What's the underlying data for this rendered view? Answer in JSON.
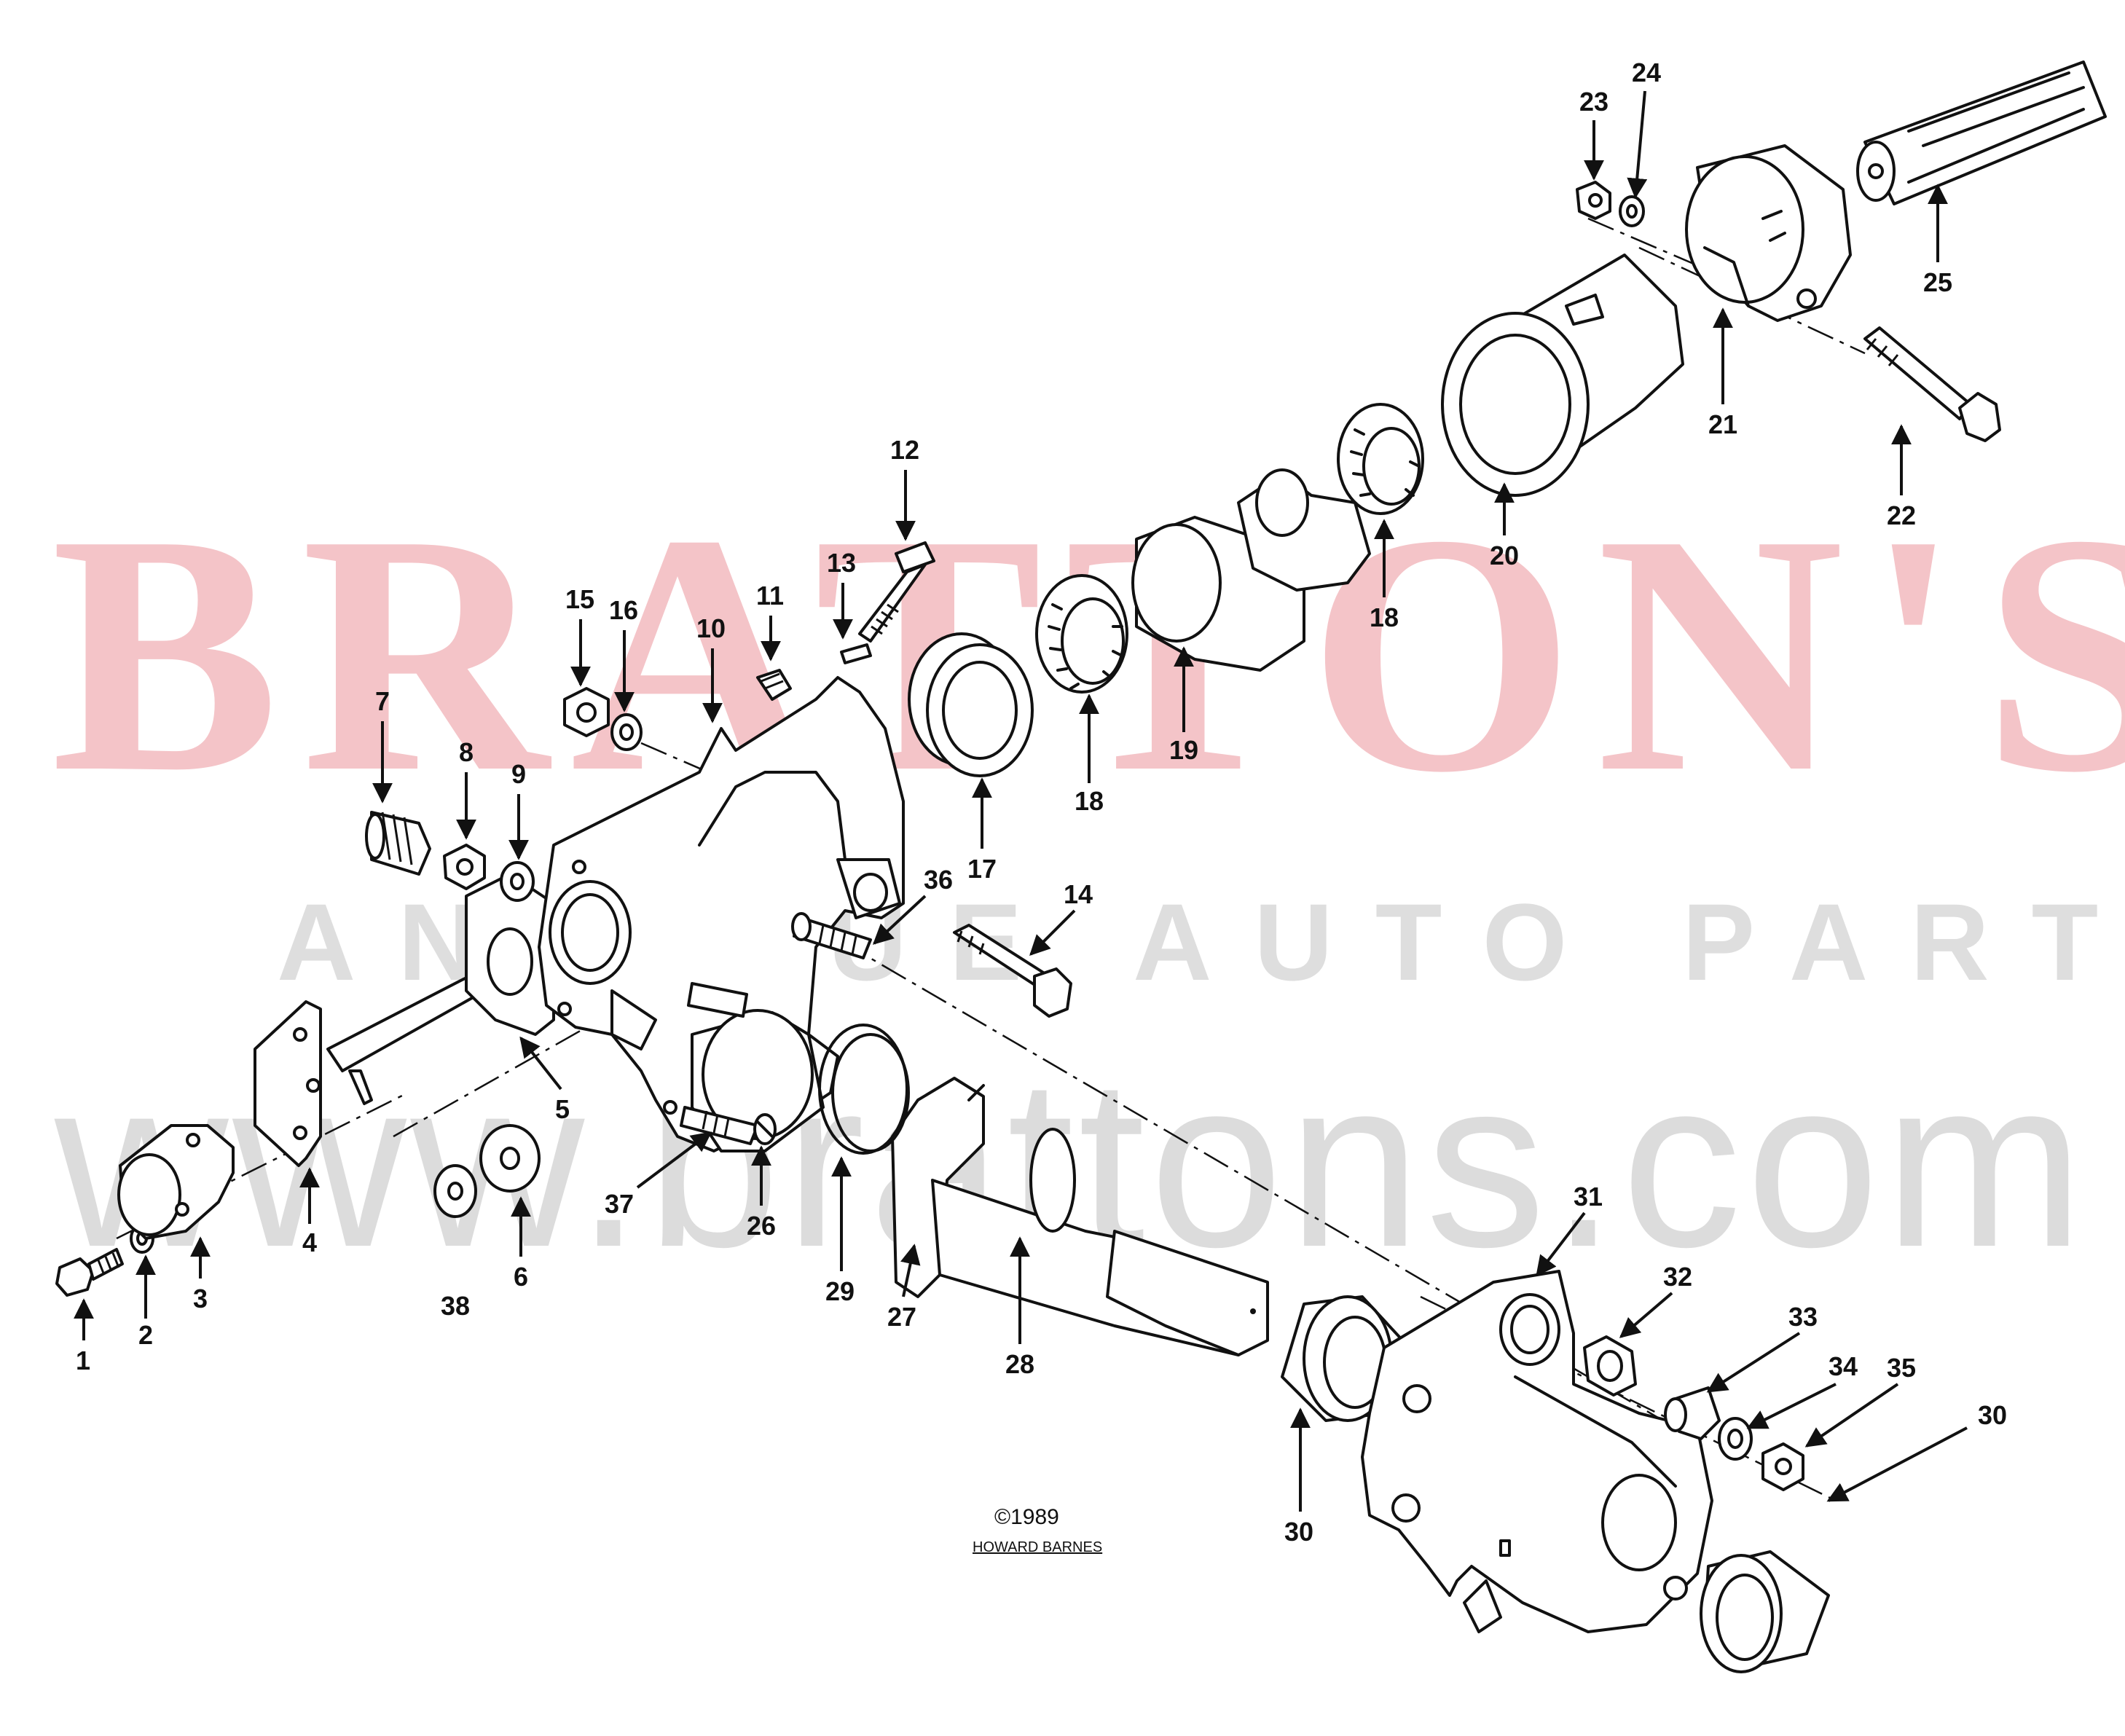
{
  "watermark": {
    "brand": "BRATTON'S",
    "tagline": "ANTIQUE AUTO PARTS",
    "url": "www.brattons.com"
  },
  "credit": {
    "copyright": "©1989",
    "author": "HOWARD BARNES"
  },
  "callouts": [
    {
      "id": "1",
      "label": "1"
    },
    {
      "id": "2",
      "label": "2"
    },
    {
      "id": "3",
      "label": "3"
    },
    {
      "id": "4",
      "label": "4"
    },
    {
      "id": "5",
      "label": "5"
    },
    {
      "id": "6",
      "label": "6"
    },
    {
      "id": "7",
      "label": "7"
    },
    {
      "id": "8",
      "label": "8"
    },
    {
      "id": "9",
      "label": "9"
    },
    {
      "id": "10",
      "label": "10"
    },
    {
      "id": "11",
      "label": "11"
    },
    {
      "id": "12",
      "label": "12"
    },
    {
      "id": "13",
      "label": "13"
    },
    {
      "id": "14",
      "label": "14"
    },
    {
      "id": "15",
      "label": "15"
    },
    {
      "id": "16",
      "label": "16"
    },
    {
      "id": "17",
      "label": "17"
    },
    {
      "id": "18a",
      "label": "18"
    },
    {
      "id": "18b",
      "label": "18"
    },
    {
      "id": "19",
      "label": "19"
    },
    {
      "id": "20",
      "label": "20"
    },
    {
      "id": "21",
      "label": "21"
    },
    {
      "id": "22",
      "label": "22"
    },
    {
      "id": "23",
      "label": "23"
    },
    {
      "id": "24",
      "label": "24"
    },
    {
      "id": "25",
      "label": "25"
    },
    {
      "id": "26",
      "label": "26"
    },
    {
      "id": "27",
      "label": "27"
    },
    {
      "id": "28",
      "label": "28"
    },
    {
      "id": "29",
      "label": "29"
    },
    {
      "id": "30a",
      "label": "30"
    },
    {
      "id": "30b",
      "label": "30"
    },
    {
      "id": "31",
      "label": "31"
    },
    {
      "id": "32",
      "label": "32"
    },
    {
      "id": "33",
      "label": "33"
    },
    {
      "id": "34",
      "label": "34"
    },
    {
      "id": "35",
      "label": "35"
    },
    {
      "id": "36",
      "label": "36"
    },
    {
      "id": "37",
      "label": "37"
    },
    {
      "id": "38",
      "label": "38"
    }
  ]
}
